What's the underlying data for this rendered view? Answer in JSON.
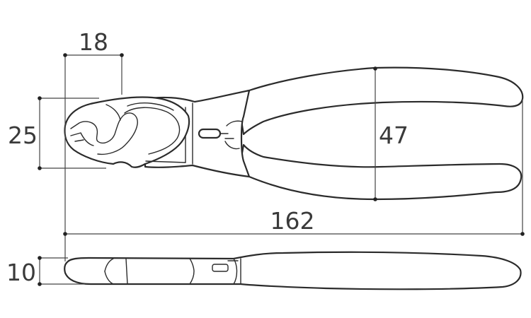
{
  "dimensions": {
    "jaw_width": "18",
    "jaw_height": "25",
    "handle_spread": "47",
    "overall_length": "162",
    "thickness": "10"
  }
}
